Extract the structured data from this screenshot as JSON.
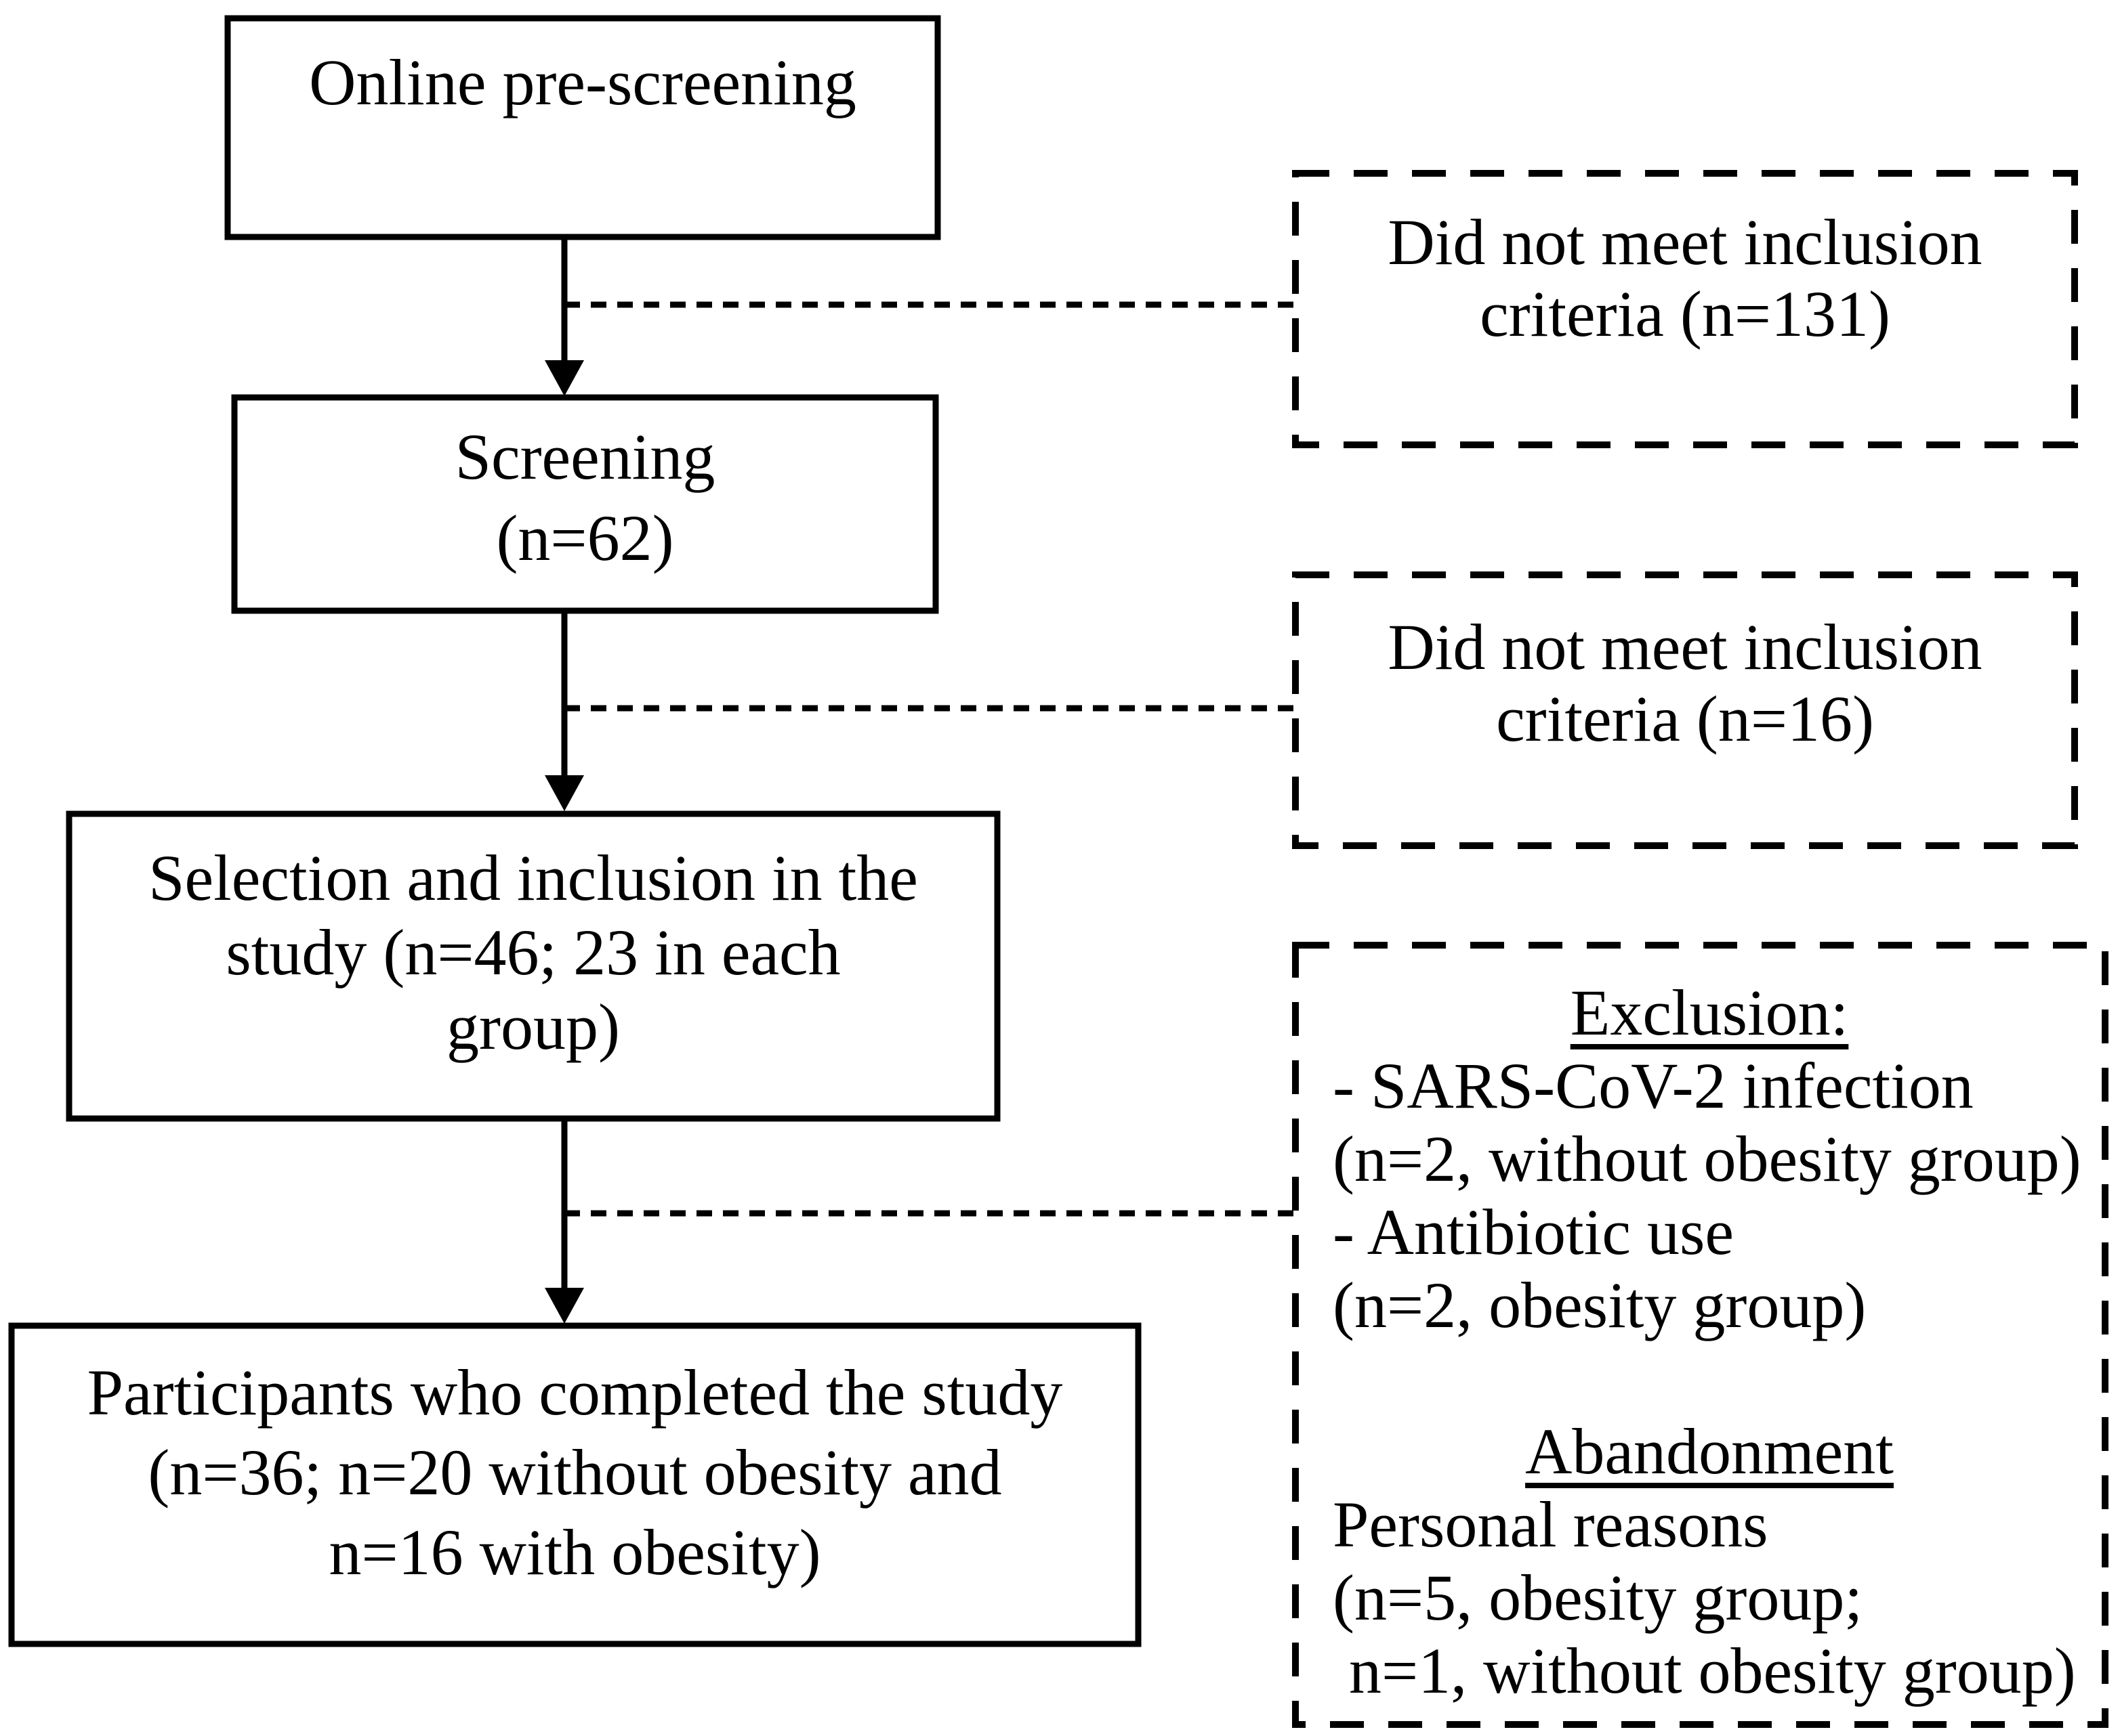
{
  "colors": {
    "ink": "#000000",
    "paper": "#ffffff"
  },
  "diagram": {
    "main_boxes": {
      "pre_screening": {
        "lines": [
          "Online pre-screening"
        ]
      },
      "screening": {
        "lines": [
          "Screening",
          "(n=62)"
        ]
      },
      "selection": {
        "lines": [
          "Selection and inclusion in the",
          "study (n=46; 23 in each",
          "group)"
        ]
      },
      "completed": {
        "lines": [
          "Participants who completed the study",
          "(n=36; n=20 without obesity and",
          "n=16 with obesity)"
        ]
      }
    },
    "side_boxes": {
      "not_included_1": {
        "lines": [
          "Did not meet inclusion",
          "criteria (n=131)"
        ]
      },
      "not_included_2": {
        "lines": [
          "Did not meet inclusion",
          "criteria (n=16)"
        ]
      },
      "dropout": {
        "exclusion_header": "Exclusion:",
        "exclusion_items": [
          "- SARS-CoV-2 infection",
          "(n=2, without obesity group)",
          "- Antibiotic use",
          "(n=2, obesity group)"
        ],
        "abandonment_header": "Abandonment",
        "abandonment_items": [
          "Personal reasons",
          "(n=5, obesity group;",
          " n=1, without obesity group)"
        ]
      }
    }
  }
}
